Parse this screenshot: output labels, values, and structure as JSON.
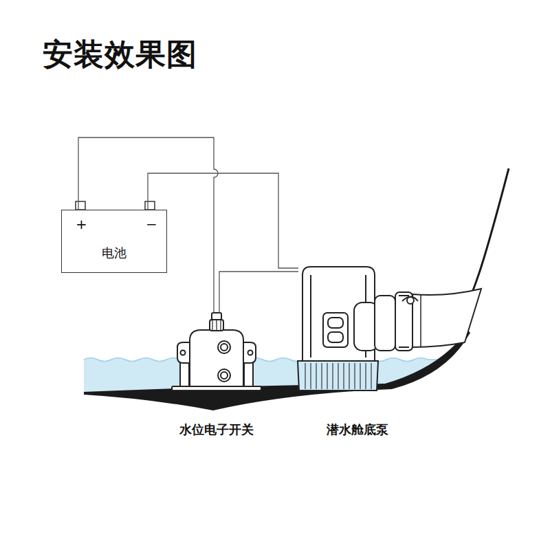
{
  "diagram": {
    "title": "安装效果图",
    "nodes": [
      {
        "text": [
          "电池"
        ]
      },
      {
        "text": [
          "水位电子开关"
        ]
      },
      {
        "text": [
          "潜水舱底泵"
        ]
      }
    ],
    "edges": [
      {
        "from": 0,
        "to": 1,
        "arrow": "none"
      },
      {
        "from": 1,
        "to": 2,
        "arrow": "none"
      },
      {
        "from": 0,
        "to": 2,
        "arrow": "none"
      }
    ],
    "labels": [
      "+",
      "−"
    ]
  }
}
